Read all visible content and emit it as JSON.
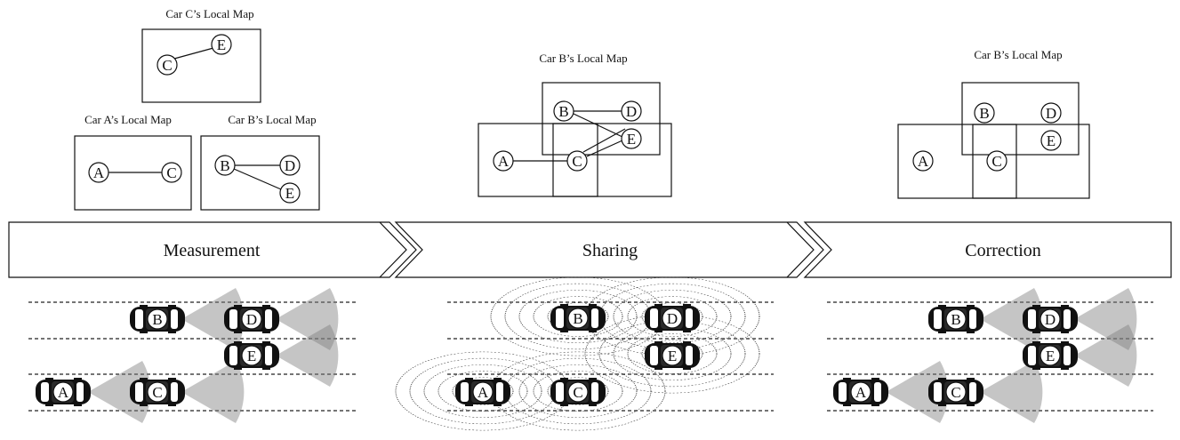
{
  "stages": [
    {
      "label": "Measurement"
    },
    {
      "label": "Sharing"
    },
    {
      "label": "Correction"
    }
  ],
  "maps": {
    "car_c": {
      "title": "Car C’s Local Map",
      "nodes": [
        "C",
        "E"
      ]
    },
    "car_a": {
      "title": "Car A’s Local Map",
      "nodes": [
        "A",
        "C"
      ]
    },
    "car_b": {
      "title": "Car B’s Local Map",
      "nodes": [
        "B",
        "D",
        "E"
      ]
    },
    "sharing": {
      "title": "Car B’s Local Map",
      "nodes": [
        "A",
        "B",
        "C",
        "D",
        "E"
      ]
    },
    "correction": {
      "title": "Car B’s Local Map",
      "nodes": [
        "A",
        "B",
        "C",
        "D",
        "E"
      ]
    }
  },
  "cars": [
    "A",
    "B",
    "C",
    "D",
    "E"
  ]
}
